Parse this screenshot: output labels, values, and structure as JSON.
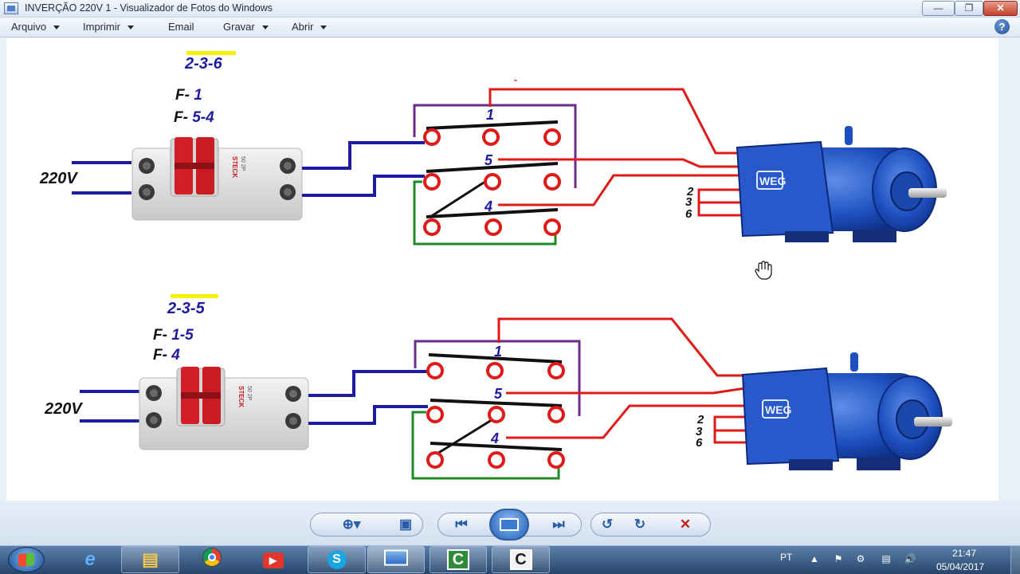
{
  "window": {
    "title": "INVERÇÃO 220V 1 - Visualizador de Fotos do Windows"
  },
  "menu": {
    "items": [
      "Arquivo",
      "Imprimir",
      "Email",
      "Gravar",
      "Abrir"
    ],
    "help": "?"
  },
  "diagram": {
    "top": {
      "sequence": "2-3-6",
      "f_line1": "F- 1",
      "f_line2": "F- 5-4",
      "voltage": "220V",
      "switch_labels": [
        "1",
        "5",
        "4"
      ],
      "motor_terminals": [
        "2",
        "3",
        "6"
      ],
      "dash": "-"
    },
    "bottom": {
      "sequence": "2-3-5",
      "f_line1": "F- 1-5",
      "f_line2": "F- 4",
      "voltage": "220V",
      "switch_labels": [
        "1",
        "5",
        "4"
      ],
      "motor_terminals": [
        "2",
        "3",
        "6"
      ]
    },
    "breaker_brand": "STECK",
    "breaker_rating": "50 2P",
    "motor_brand": "WEG",
    "colors": {
      "red": "#e01919",
      "blue": "#1d1ba0",
      "purple": "#6b2c86",
      "green": "#1e8a2a",
      "black": "#111111"
    }
  },
  "toolbar": {
    "icons": [
      "zoom-icon",
      "actual-size-icon",
      "previous-icon",
      "slideshow-icon",
      "next-icon",
      "rotate-left-icon",
      "rotate-right-icon",
      "delete-icon"
    ]
  },
  "taskbar": {
    "language": "PT",
    "time": "21:47",
    "date": "05/04/2017"
  }
}
